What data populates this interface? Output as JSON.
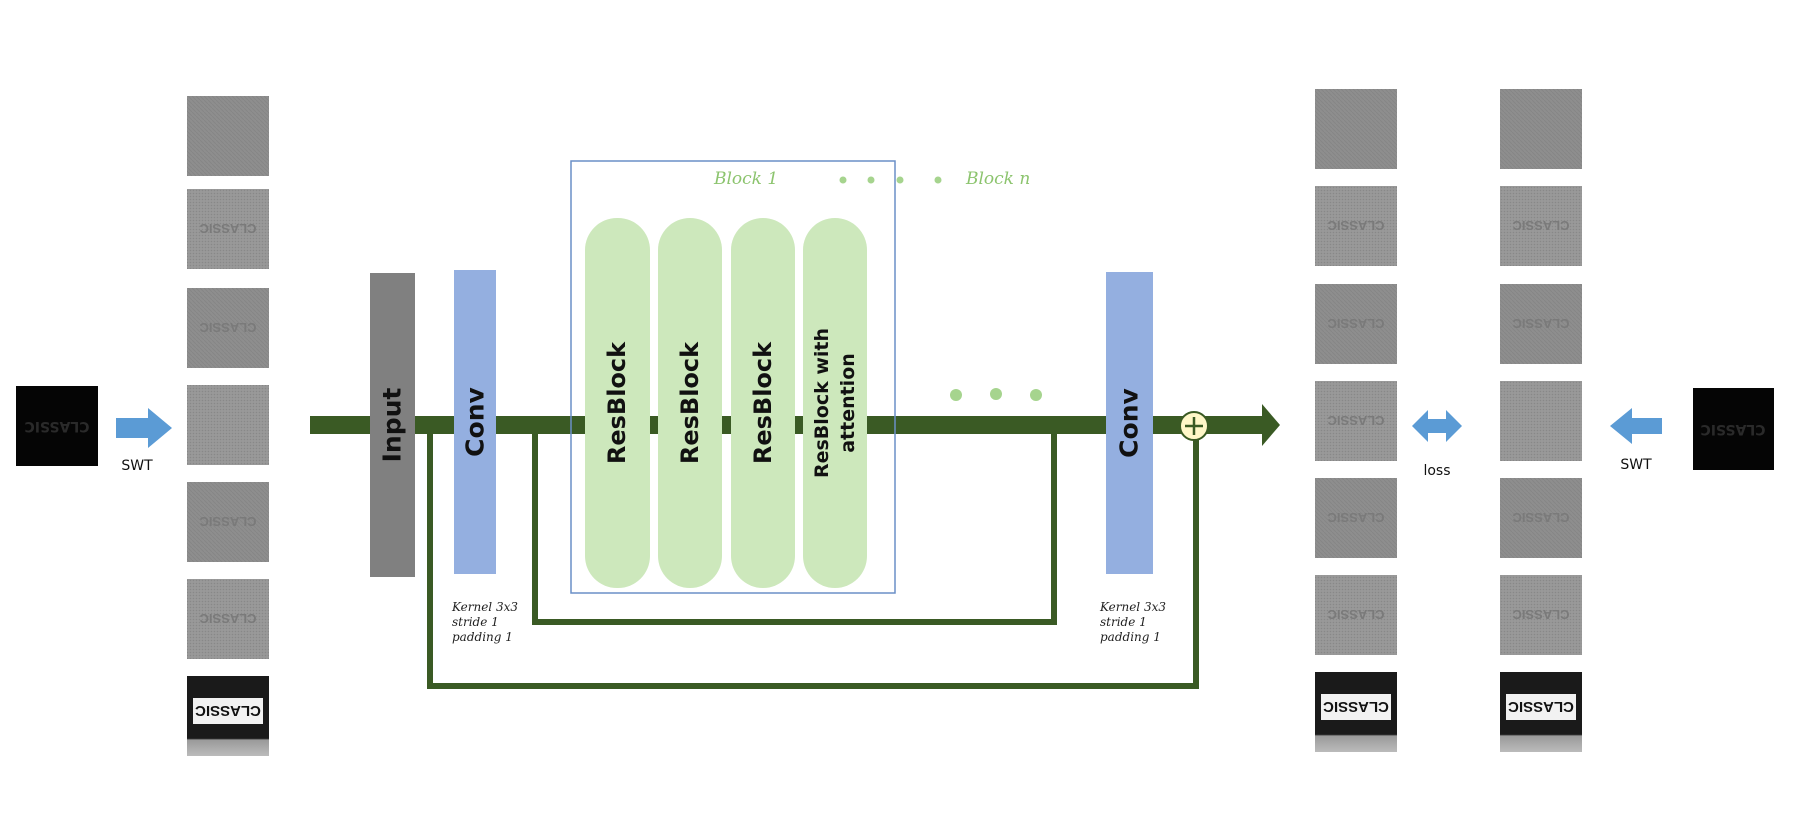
{
  "input_tiles_left": [
    {
      "text": ""
    },
    {
      "text": "CLASSIC"
    },
    {
      "text": "CLASSIC"
    },
    {
      "text": ""
    },
    {
      "text": "CLASSIC"
    },
    {
      "text": "CLASSIC"
    },
    {
      "text": "CLASSIC"
    }
  ],
  "output_tiles_a": [
    {
      "text": ""
    },
    {
      "text": "CLASSIC"
    },
    {
      "text": "CLASSIC"
    },
    {
      "text": "CLASSIC"
    },
    {
      "text": "CLASSIC"
    },
    {
      "text": "CLASSIC"
    },
    {
      "text": "CLASSIC"
    }
  ],
  "output_tiles_b": [
    {
      "text": ""
    },
    {
      "text": "CLASSIC"
    },
    {
      "text": "CLASSIC"
    },
    {
      "text": ""
    },
    {
      "text": "CLASSIC"
    },
    {
      "text": "CLASSIC"
    },
    {
      "text": "CLASSIC"
    }
  ],
  "source_image": {
    "text": "CLASSIC"
  },
  "target_image": {
    "text": "CLASSIC"
  },
  "swt_left": "SWT",
  "swt_right": "SWT",
  "loss": "loss",
  "input_block": "Input",
  "conv_first": "Conv",
  "conv_last": "Conv",
  "group": {
    "start_label": "Block 1",
    "end_label": "Block n"
  },
  "blocks": [
    {
      "label": "ResBlock"
    },
    {
      "label": "ResBlock"
    },
    {
      "label": "ResBlock"
    },
    {
      "label_line1": "ResBlock with",
      "label_line2": "attention"
    }
  ],
  "conv_params_first": [
    "Kernel 3x3",
    "stride 1",
    "padding 1"
  ],
  "conv_params_last": [
    "Kernel 3x3",
    "stride 1",
    "padding 1"
  ],
  "colors": {
    "main_line": "#3a5a24",
    "input_block": "#808080",
    "conv": "#94afe0",
    "resblock": "#cde8bc",
    "group_border": "#6a8fc7",
    "dots": "#a6d48e",
    "block_text": "#8cc46e",
    "arrow_blue": "#5b9bd5",
    "sum_node": "#fff7c8"
  }
}
